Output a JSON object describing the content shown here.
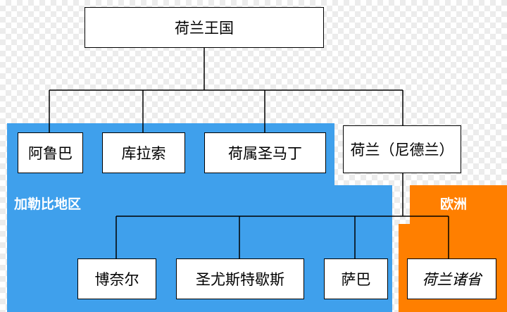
{
  "colors": {
    "caribbean_region": "#3fa0ec",
    "europe_region": "#ff7f00",
    "line": "#000000",
    "box_fill": "#ffffff"
  },
  "root": {
    "label": "荷兰王国"
  },
  "caribbean_region": {
    "label": "加勒比地区"
  },
  "europe_region": {
    "label": "欧洲"
  },
  "countries": [
    {
      "label": "阿鲁巴"
    },
    {
      "label": "库拉索"
    },
    {
      "label": "荷属圣马丁"
    },
    {
      "label": "荷兰（尼德兰）"
    }
  ],
  "special_municipalities": [
    {
      "label": "博奈尔"
    },
    {
      "label": "圣尤斯特歇斯"
    },
    {
      "label": "萨巴"
    }
  ],
  "european_part": {
    "label": "荷兰诸省"
  }
}
